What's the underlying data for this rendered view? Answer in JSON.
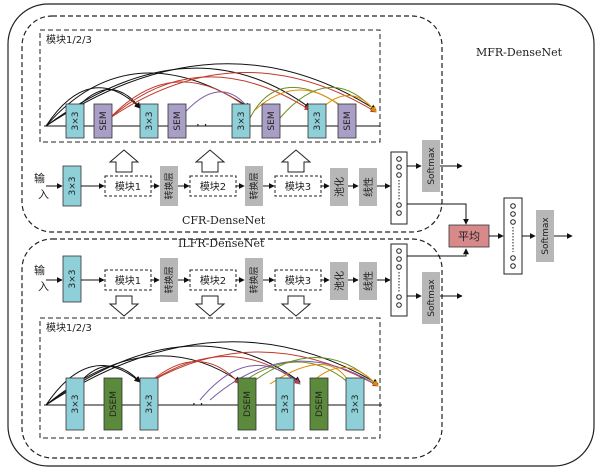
{
  "title_outer": "MFR-DenseNet",
  "title_cfr": "CFR-DenseNet",
  "title_ilfr": "ILFR-DenseNet",
  "module_label": "模块1/2/3",
  "conv_label": "3×3",
  "sem_label": "SEM",
  "dsem_label": "DSEM",
  "input_label_1": "输",
  "input_label_2": "入",
  "module1": "模块1",
  "module2": "模块2",
  "module3": "模块3",
  "transition": "转换层",
  "pool": "池化",
  "linear": "线性",
  "softmax": "Softmax",
  "average": "平均",
  "colors": {
    "conv_fill": "#8ecfd8",
    "sem_fill": "#a99fc6",
    "dsem_fill": "#5c8a3c",
    "gray_fill": "#b7b7b7",
    "avg_fill": "#d88a8a",
    "arc_black": "#111111",
    "arc_red": "#c0392b",
    "arc_green": "#6b8e23",
    "arc_purple": "#7d5aa6",
    "arc_orange": "#e08a00"
  }
}
